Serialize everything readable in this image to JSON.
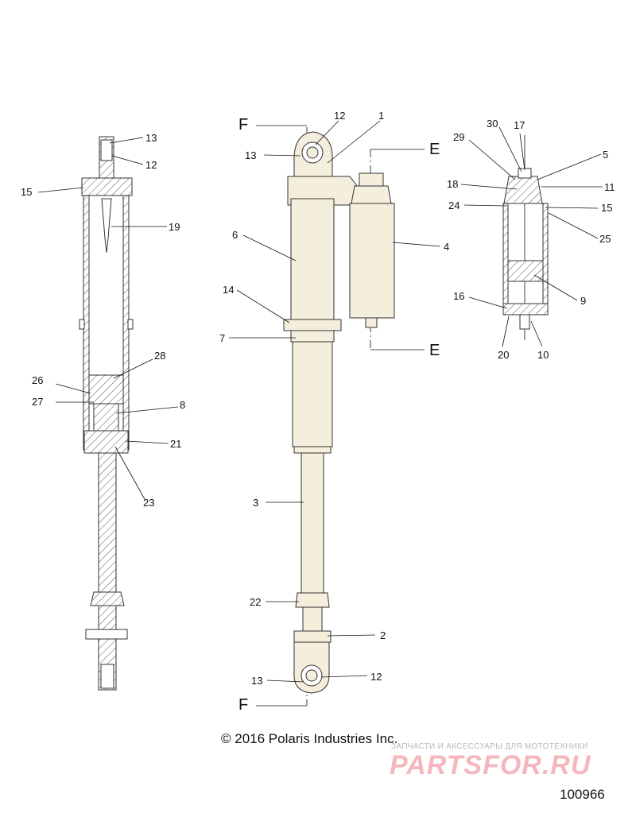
{
  "diagram": {
    "callouts": {
      "c1": "1",
      "c2": "2",
      "c3": "3",
      "c4": "4",
      "c5": "5",
      "c6": "6",
      "c7": "7",
      "c8": "8",
      "c9": "9",
      "c10": "10",
      "c11": "11",
      "c12a": "12",
      "c12b": "12",
      "c12c": "12",
      "c13a": "13",
      "c13b": "13",
      "c13c": "13",
      "c14": "14",
      "c15a": "15",
      "c15b": "15",
      "c16": "16",
      "c17": "17",
      "c18": "18",
      "c19": "19",
      "c20": "20",
      "c21": "21",
      "c22": "22",
      "c23": "23",
      "c24": "24",
      "c25": "25",
      "c26": "26",
      "c27": "27",
      "c28": "28",
      "c29": "29",
      "c30": "30"
    },
    "section_marks": {
      "f_top": "F",
      "f_bottom": "F",
      "e_top": "E",
      "e_bottom": "E"
    }
  },
  "footer": {
    "copyright": "© 2016 Polaris Industries Inc.",
    "reference_number": "100966"
  },
  "watermark": {
    "tagline": "ЗАПЧАСТИ И АКСЕССУАРЫ ДЛЯ МОТОТЕХНИКИ",
    "brand": "PARTSFOR.RU"
  },
  "colors": {
    "body_fill": "#f4eedd",
    "hatch": "#555555",
    "watermark": "#f5b7bd"
  }
}
